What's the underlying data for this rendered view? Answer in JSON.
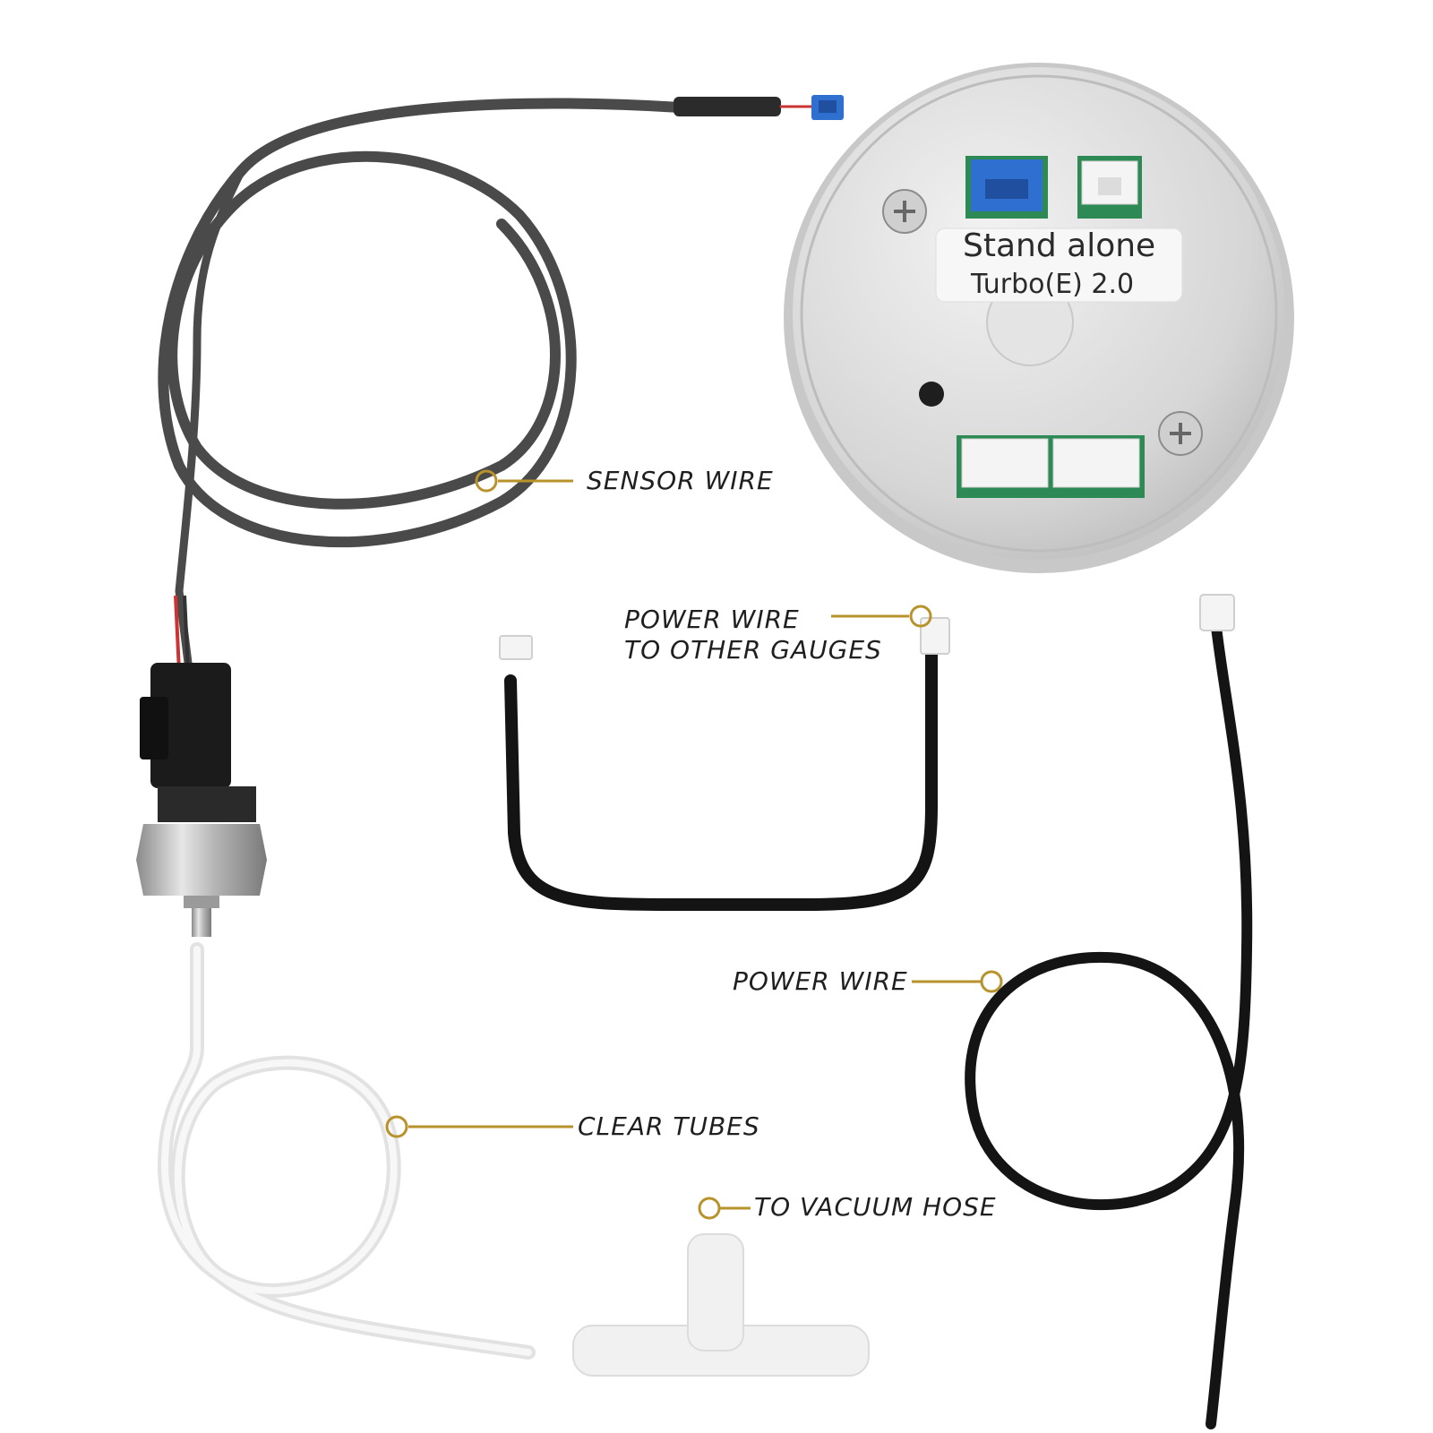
{
  "gauge_label": {
    "line1": "Stand alone",
    "line2": "Turbo(E) 2.0"
  },
  "callouts": {
    "sensor_wire": "SENSOR WIRE",
    "power_wire_other_line1": "POWER WIRE",
    "power_wire_other_line2": "TO OTHER GAUGES",
    "power_wire": "POWER WIRE",
    "clear_tubes": "CLEAR TUBES",
    "vacuum_hose": "TO VACUUM HOSE"
  },
  "colors": {
    "callout_line": "#b8922a",
    "gauge_body": "#d9d9d9",
    "sensor_cable": "#4a4a4a",
    "power_cable": "#141414",
    "connector_blue": "#2f6fd0"
  }
}
